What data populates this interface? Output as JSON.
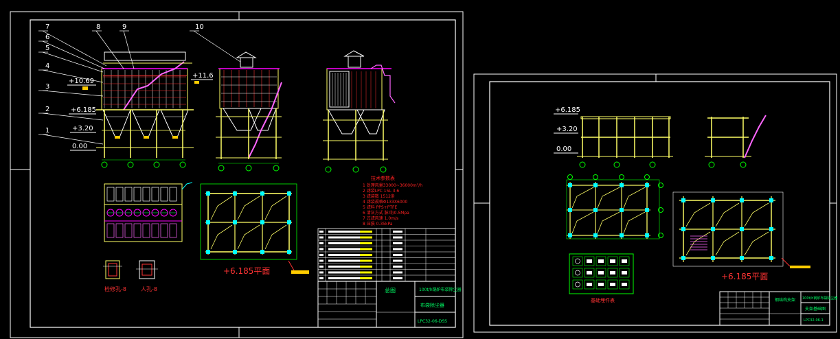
{
  "colors": {
    "background": "#000000",
    "frame": "#ffffff",
    "structure": "#ffff66",
    "steel": "#ffff00",
    "column": "#00ffff",
    "detail": "#ff3333",
    "pipe": "#ff00ff",
    "bag": "#ffffff",
    "grid": "#00ff00",
    "plan_inner": "#00cc66",
    "label": "#ffffff",
    "elev_label": "#ffff66",
    "note": "#ff2222",
    "title_block": "#00ff66",
    "highlight_bar": "#ffcc00"
  },
  "sheet1": {
    "leaders": [
      "7",
      "8",
      "9",
      "10",
      "5",
      "6",
      "4",
      "3",
      "2",
      "1"
    ],
    "elevations": {
      "e1": "+10.69",
      "e2": "+11.6",
      "e3": "+6.185",
      "e4": "+3.20",
      "e5": "0.00"
    },
    "plan_label": "+6.185平面",
    "notes_title": "技术参数表",
    "notes": [
      "1  处理风量33000~36000m³/h",
      "2  滤袋LPC 15L 3.6",
      "3  滤袋数 1512条",
      "4  滤袋规格Φ133X6000",
      "5  滤料 PPS+PTFE",
      "6  清灰方式  脉冲/0.5Mpa",
      "7  过滤风速 1.0m/s",
      "8  压损 0.35kPa"
    ],
    "detail_labels": [
      "检修孔-8",
      "人孔-8"
    ],
    "title_block": {
      "company": "总图",
      "project": "100t/h锅炉布袋除尘器",
      "drawing": "布袋除尘器",
      "number": "LPC32-06-DSS"
    }
  },
  "sheet2": {
    "elevations": {
      "e1": "+6.185",
      "e2": "+3.20",
      "e3": "0.00"
    },
    "plan_label": "+6.185平面",
    "table_caption": "基础埋件表",
    "title_block": {
      "company": "钢结构支架",
      "project": "100t/h锅炉布袋除尘器",
      "drawing": "支架基础图",
      "number": "LPC32-06-1"
    }
  }
}
